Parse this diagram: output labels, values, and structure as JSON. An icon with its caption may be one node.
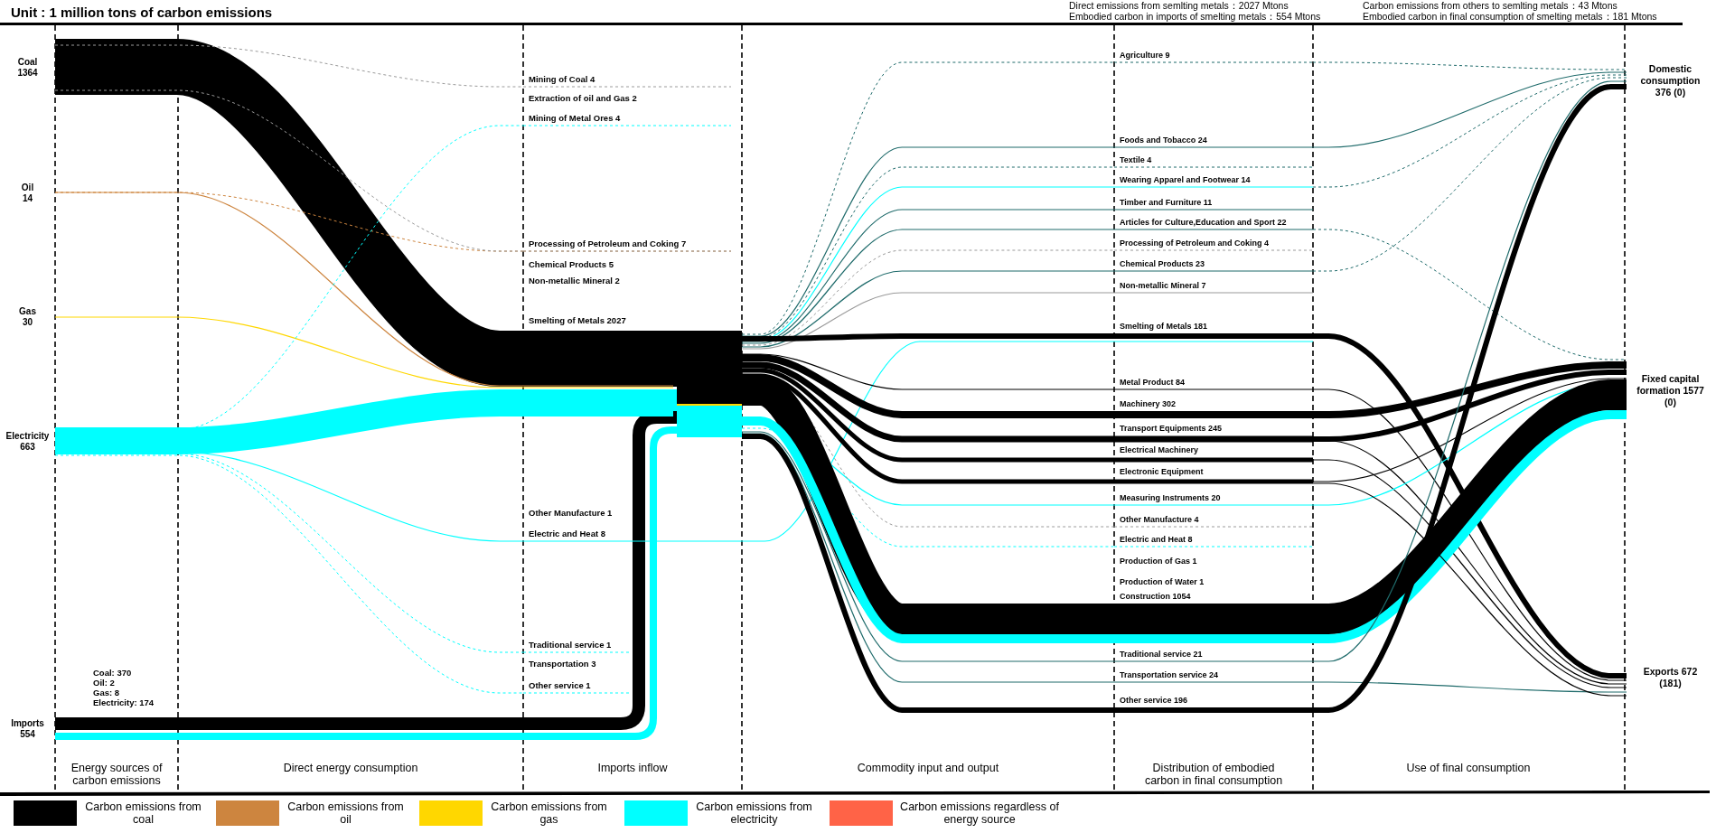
{
  "diagram": {
    "title": "Unit : 1 million tons of carbon emissions",
    "nodes": [
      {
        "text": [
          "Coal 1364"
        ]
      },
      {
        "text": [
          "Oil 14"
        ]
      },
      {
        "text": [
          "Gas 30"
        ]
      },
      {
        "text": [
          "Electricity 663"
        ]
      },
      {
        "text": [
          "Imports 554"
        ]
      },
      {
        "text": [
          "Mining of Coal 4"
        ]
      },
      {
        "text": [
          "Extraction of oil and Gas 2"
        ]
      },
      {
        "text": [
          "Mining of Metal Ores 4"
        ]
      },
      {
        "text": [
          "Processing of Petroleum and Coking 7"
        ]
      },
      {
        "text": [
          "Chemical Products 5"
        ]
      },
      {
        "text": [
          "Non-metallic Mineral 2"
        ]
      },
      {
        "text": [
          "Smelting of Metals 2027"
        ]
      },
      {
        "text": [
          "Other Manufacture 1"
        ]
      },
      {
        "text": [
          "Electric and Heat 8"
        ]
      },
      {
        "text": [
          "Traditional service 1"
        ]
      },
      {
        "text": [
          "Transportation 3"
        ]
      },
      {
        "text": [
          "Other service 1"
        ]
      },
      {
        "text": [],
        "shape": "bar"
      },
      {
        "text": [
          "Agriculture 9"
        ]
      },
      {
        "text": [
          "Foods and Tobacco 24"
        ]
      },
      {
        "text": [
          "Textile 4"
        ]
      },
      {
        "text": [
          "Wearing Apparel and Footwear 14"
        ]
      },
      {
        "text": [
          "Timber and Furniture 11"
        ]
      },
      {
        "text": [
          "Articles for Culture,Education and Sport 22"
        ]
      },
      {
        "text": [
          "Processing of Petroleum and Coking 4"
        ]
      },
      {
        "text": [
          "Chemical Products 23"
        ]
      },
      {
        "text": [
          "Non-metallic Mineral 7"
        ]
      },
      {
        "text": [
          "Smelting of Metals 181"
        ]
      },
      {
        "text": [
          "Metal Product 84"
        ]
      },
      {
        "text": [
          "Machinery 302"
        ]
      },
      {
        "text": [
          "Transport Equipments 245"
        ]
      },
      {
        "text": [
          "Electrical Machinery"
        ]
      },
      {
        "text": [
          "Electronic Equipment"
        ]
      },
      {
        "text": [
          "Measuring Instruments 20"
        ]
      },
      {
        "text": [
          "Other Manufacture 4"
        ]
      },
      {
        "text": [
          "Electric and Heat 8"
        ]
      },
      {
        "text": [
          "Production of Gas 1"
        ]
      },
      {
        "text": [
          "Production of Water 1"
        ]
      },
      {
        "text": [
          "Construction 1054"
        ]
      },
      {
        "text": [
          "Traditional service 21"
        ]
      },
      {
        "text": [
          "Transportation service 24"
        ]
      },
      {
        "text": [
          "Other service 196"
        ]
      },
      {
        "text": [
          "Domestic consumption 376 (0)"
        ]
      },
      {
        "text": [
          "Fixed capital formation 1577 (0)"
        ]
      },
      {
        "text": [
          "Exports 672 (181)"
        ]
      }
    ],
    "edges": [
      {
        "from": 0,
        "to": 11,
        "arrow": "none",
        "style": "thick"
      },
      {
        "from": 2,
        "to": 11,
        "arrow": "none",
        "color": "#ffd700"
      },
      {
        "from": 3,
        "to": 11,
        "arrow": "none",
        "style": "thick",
        "color": "#00ffff"
      },
      {
        "from": 1,
        "to": 8,
        "arrow": "none",
        "style": "dashed",
        "color": "#cd853f"
      },
      {
        "from": 1,
        "to": 11,
        "arrow": "none",
        "color": "#cd853f"
      },
      {
        "from": 0,
        "to": 5,
        "arrow": "none",
        "style": "dashed",
        "color": "#9a9a9a"
      },
      {
        "from": 0,
        "to": 8,
        "arrow": "none",
        "style": "dashed",
        "color": "#9a9a9a"
      },
      {
        "from": 3,
        "to": 13,
        "arrow": "none",
        "color": "#00ffff"
      },
      {
        "from": 3,
        "to": 7,
        "arrow": "none",
        "style": "dashed",
        "color": "#00ffff"
      },
      {
        "from": 3,
        "to": 14,
        "arrow": "none",
        "style": "dashed",
        "color": "#00ffff"
      },
      {
        "from": 3,
        "to": 16,
        "arrow": "none",
        "style": "dashed",
        "color": "#00ffff"
      },
      {
        "from": 11,
        "to": 17,
        "arrow": "none",
        "style": "thick"
      },
      {
        "from": 11,
        "to": 17,
        "arrow": "none",
        "style": "thick",
        "color": "#00ffff"
      },
      {
        "from": 4,
        "to": 17,
        "arrow": "none",
        "style": "thick"
      },
      {
        "from": 4,
        "to": 17,
        "arrow": "none",
        "style": "thick",
        "color": "#00ffff"
      },
      {
        "from": 13,
        "to": 27,
        "arrow": "none",
        "color": "#00ffff"
      },
      {
        "from": 17,
        "to": 18,
        "arrow": "none",
        "style": "dashed",
        "color": "#1f6b6b"
      },
      {
        "from": 17,
        "to": 19,
        "arrow": "none",
        "color": "#1f6b6b"
      },
      {
        "from": 17,
        "to": 20,
        "arrow": "none",
        "style": "dashed",
        "color": "#1f6b6b"
      },
      {
        "from": 17,
        "to": 21,
        "arrow": "none",
        "color": "#00ffff"
      },
      {
        "from": 17,
        "to": 22,
        "arrow": "none",
        "color": "#1f6b6b"
      },
      {
        "from": 17,
        "to": 23,
        "arrow": "none",
        "color": "#1f6b6b"
      },
      {
        "from": 17,
        "to": 24,
        "arrow": "none",
        "style": "dashed",
        "color": "#9a9a9a"
      },
      {
        "from": 17,
        "to": 25,
        "arrow": "none",
        "color": "#1f6b6b"
      },
      {
        "from": 17,
        "to": 26,
        "arrow": "none",
        "color": "#9a9a9a"
      },
      {
        "from": 17,
        "to": 27,
        "arrow": "none",
        "style": "thick"
      },
      {
        "from": 17,
        "to": 28,
        "arrow": "none"
      },
      {
        "from": 17,
        "to": 29,
        "arrow": "none",
        "style": "thick"
      },
      {
        "from": 17,
        "to": 30,
        "arrow": "none",
        "style": "thick"
      },
      {
        "from": 17,
        "to": 31,
        "arrow": "none",
        "style": "thick"
      },
      {
        "from": 17,
        "to": 32,
        "arrow": "none",
        "style": "thick"
      },
      {
        "from": 17,
        "to": 33,
        "arrow": "none",
        "color": "#00ffff"
      },
      {
        "from": 17,
        "to": 34,
        "arrow": "none",
        "style": "dashed",
        "color": "#9a9a9a"
      },
      {
        "from": 17,
        "to": 35,
        "arrow": "none",
        "style": "dashed",
        "color": "#00ffff"
      },
      {
        "from": 17,
        "to": 38,
        "arrow": "none",
        "style": "thick"
      },
      {
        "from": 17,
        "to": 38,
        "arrow": "none",
        "style": "thick",
        "color": "#00ffff"
      },
      {
        "from": 17,
        "to": 39,
        "arrow": "none",
        "color": "#1f6b6b"
      },
      {
        "from": 17,
        "to": 40,
        "arrow": "none",
        "color": "#1f6b6b"
      },
      {
        "from": 17,
        "to": 41,
        "arrow": "none",
        "style": "thick"
      },
      {
        "from": 18,
        "to": 42,
        "arrow": "none",
        "style": "dashed",
        "color": "#1f6b6b"
      },
      {
        "from": 19,
        "to": 42,
        "arrow": "none",
        "color": "#1f6b6b"
      },
      {
        "from": 21,
        "to": 42,
        "arrow": "none",
        "style": "dashed",
        "color": "#1f6b6b"
      },
      {
        "from": 23,
        "to": 43,
        "arrow": "none",
        "style": "dashed",
        "color": "#1f6b6b"
      },
      {
        "from": 25,
        "to": 42,
        "arrow": "none",
        "style": "dashed",
        "color": "#1f6b6b"
      },
      {
        "from": 27,
        "to": 44,
        "arrow": "none",
        "style": "thick"
      },
      {
        "from": 28,
        "to": 44,
        "arrow": "none"
      },
      {
        "from": 29,
        "to": 43,
        "arrow": "none",
        "style": "thick"
      },
      {
        "from": 30,
        "to": 43,
        "arrow": "none",
        "style": "thick"
      },
      {
        "from": 30,
        "to": 44,
        "arrow": "none"
      },
      {
        "from": 31,
        "to": 44,
        "arrow": "none"
      },
      {
        "from": 32,
        "to": 43,
        "arrow": "none"
      },
      {
        "from": 33,
        "to": 43,
        "arrow": "none",
        "color": "#00ffff"
      },
      {
        "from": 38,
        "to": 43,
        "arrow": "none",
        "style": "thick"
      },
      {
        "from": 38,
        "to": 43,
        "arrow": "none",
        "style": "thick",
        "color": "#00ffff"
      },
      {
        "from": 39,
        "to": 42,
        "arrow": "none",
        "color": "#1f6b6b"
      },
      {
        "from": 40,
        "to": 44,
        "arrow": "none",
        "color": "#1f6b6b"
      },
      {
        "from": 41,
        "to": 42,
        "arrow": "none",
        "style": "thick"
      },
      {
        "from": 32,
        "to": 44,
        "arrow": "none"
      }
    ],
    "labels": [
      "Direct emissions from semlting metals：2027 Mtons",
      "Carbon emissions from others to semlting metals：43 Mtons",
      "Embodied carbon in imports of smelting metals：554 Mtons",
      "Embodied carbon in final consumption of smelting metals：181 Mtons",
      "Coal: 370",
      "Oil: 2",
      "Gas: 8",
      "Electricity: 174",
      "Energy sources of carbon emissions",
      "Direct energy consumption",
      "Imports inflow",
      "Commodity input and output",
      "Distribution of embodied carbon in final consumption",
      "Use of final consumption"
    ],
    "legend": [
      {
        "text": "Carbon emissions from coal",
        "color": "#000000"
      },
      {
        "text": "Carbon emissions from oil",
        "color": "#cd853f"
      },
      {
        "text": "Carbon emissions from gas",
        "color": "#ffd700"
      },
      {
        "text": "Carbon emissions from electricity",
        "color": "#00ffff"
      },
      {
        "text": "Carbon emissions regardless of energy source",
        "color": "#ff6347"
      }
    ]
  }
}
